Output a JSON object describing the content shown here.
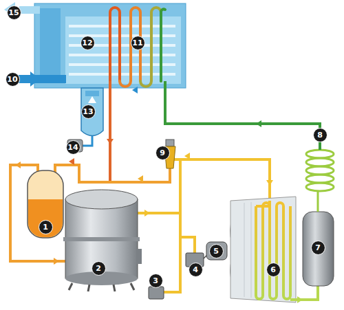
{
  "diagram": {
    "labels": [
      "15",
      "12",
      "11",
      "10",
      "13",
      "14",
      "9",
      "8",
      "7",
      "6",
      "5",
      "4",
      "3",
      "2",
      "1"
    ]
  }
}
